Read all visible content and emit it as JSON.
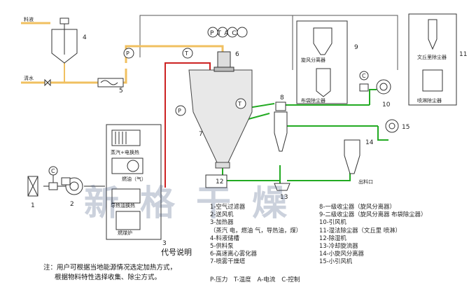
{
  "diagram": {
    "inputs": {
      "feed_liquid": "料液",
      "clean_water": "清水"
    },
    "boxes": {
      "heater_steam_electric": "蒸汽+电换热",
      "heater_fuel": "燃油（气）",
      "heater_thermal_oil": "导热油换热",
      "heater_coal": "燃煤炉",
      "cyclone_separator": "旋风分离器",
      "bag_filter": "布袋除尘器",
      "venturi_scrubber": "文丘里除尘器",
      "wet_scrubber": "喷淋除尘器",
      "outlet": "出料口"
    },
    "instruments": {
      "top_set": "PTAC",
      "pressure": "P",
      "temperature": "T",
      "current": "C"
    },
    "numbers": [
      "1",
      "2",
      "3",
      "4",
      "5",
      "6",
      "7",
      "8",
      "9",
      "10",
      "11",
      "12",
      "13",
      "14",
      "15"
    ],
    "legend_title": "代号说明",
    "legend_left": [
      "1-空气过滤器",
      "2-送风机",
      "3-加热器",
      "（蒸汽 电，燃油 气，导热油，煤）",
      "4-料液储槽",
      "5-供料泵",
      "6-高速离心雾化器",
      "7-喷雾干燥塔"
    ],
    "legend_right": [
      "8-一级收尘器（旋风分离器）",
      "9-二级收尘器（旋风分离器 布袋除尘器）",
      "10-引风机",
      "11-湿法除尘器（文丘里 喷淋）",
      "12-除湿机",
      "13-冷却旋流器",
      "14-小旋风分离器",
      "15-小引风机"
    ],
    "note_line1": "注：用户可根据当地能源情况选定加热方式，",
    "note_line2": "根据物料特性选择收集、除尘方式。",
    "abbreviations": "P-压力 T-温度 A-电流 C-控制",
    "watermark": "新格干燥"
  },
  "colors": {
    "air_hot": "#cc2222",
    "feed_line": "#f0c060",
    "product_line": "#22aa22",
    "frame": "#444444"
  }
}
